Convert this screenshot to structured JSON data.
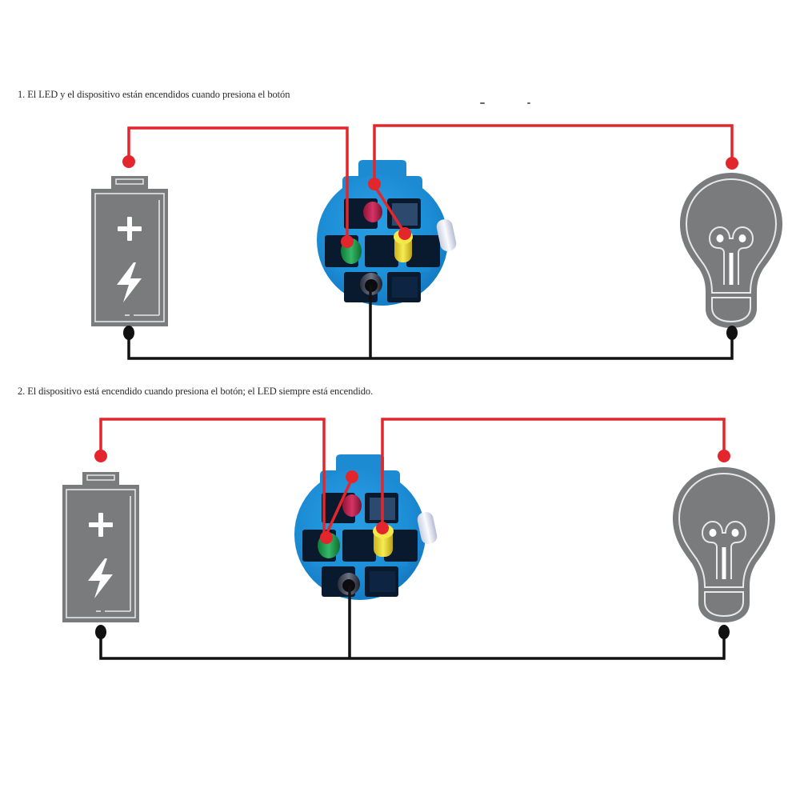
{
  "diagrams": [
    {
      "caption": "1. El LED y el dispositivo están encendidos cuando presiona el botón",
      "components": [
        "battery",
        "push-button-switch",
        "light-bulb"
      ],
      "wiring": {
        "battery_positive_to": "NO terminal (green)",
        "led_positive_to": "COM terminal (yellow)",
        "led_link": "red pin bridged to yellow pin",
        "bulb_positive_to": "red pin (LED +)",
        "common_negative": "black pin (LED -) shared with battery - and bulb -"
      }
    },
    {
      "caption": "2. El dispositivo está encendido cuando presiona el botón; el LED siempre está encendido.",
      "components": [
        "battery",
        "push-button-switch",
        "light-bulb"
      ],
      "wiring": {
        "battery_positive_to": "NO terminal (green)",
        "led_link": "red pin bridged to green pin",
        "bulb_positive_to": "COM terminal (yellow)",
        "common_negative": "black pin (LED -) shared with battery - and bulb -"
      }
    }
  ],
  "colors": {
    "positive_wire": "#e3262b",
    "negative_wire": "#111111",
    "icon_gray": "#7a7b7d",
    "switch_blue": "#1b8fd6",
    "pin_green": "#1e9a4a",
    "pin_yellow": "#f0e03a",
    "pin_red": "#c9234c",
    "pin_white": "#e8e8ee"
  },
  "icons": {
    "battery": "battery-icon",
    "bulb": "light-bulb-icon",
    "switch": "push-button-connector",
    "plus": "plus-icon",
    "bolt": "lightning-bolt-icon"
  }
}
